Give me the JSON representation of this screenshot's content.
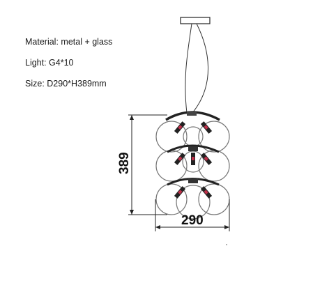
{
  "specs": {
    "material": "Material: metal + glass",
    "light": "Light: G4*10",
    "size": "Size: D290*H389mm"
  },
  "dimensions": {
    "height_label": "389",
    "width_label": "290"
  },
  "colors": {
    "line": "#222222",
    "globe": "#7a7a7a",
    "bulb_accent": "#c0304a"
  }
}
